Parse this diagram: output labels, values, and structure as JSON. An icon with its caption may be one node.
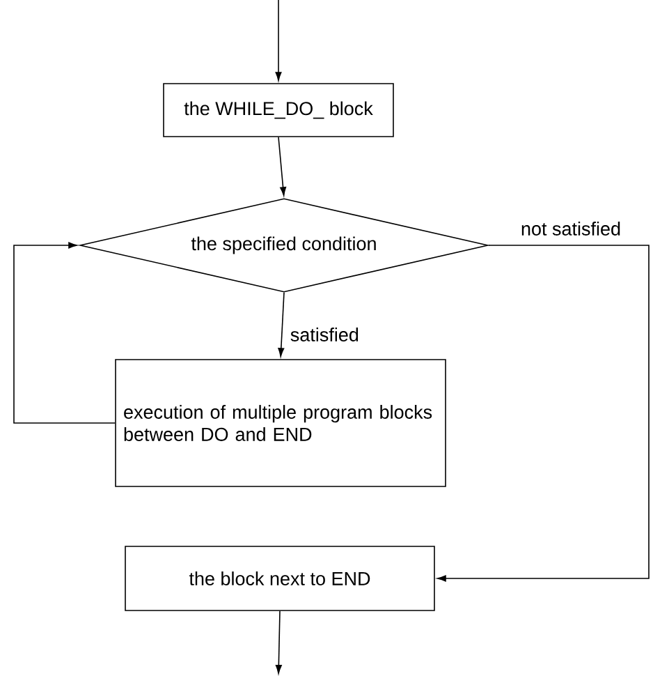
{
  "diagram": {
    "nodes": [
      {
        "text": [
          "the WHILE_DO_ block"
        ]
      },
      {
        "text": [
          "the specified condition"
        ]
      },
      {
        "text": [
          "execution of multiple program blocks between DO and END"
        ]
      },
      {
        "text": [
          "the block next to END"
        ]
      }
    ],
    "edges": [
      {
        "from": null,
        "to": 0,
        "arrow": "to"
      },
      {
        "from": 0,
        "to": 1,
        "arrow": "to"
      },
      {
        "from": 1,
        "to": 2,
        "arrow": "to",
        "label": "satisfied"
      },
      {
        "from": 2,
        "to": 1,
        "arrow": "to"
      },
      {
        "from": 1,
        "to": 3,
        "arrow": "to",
        "label": "not satisfied"
      },
      {
        "from": 3,
        "to": null,
        "arrow": "to"
      }
    ]
  }
}
